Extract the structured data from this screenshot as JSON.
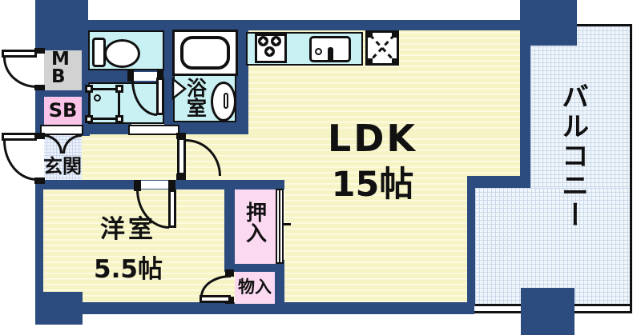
{
  "plan": {
    "type": "apartment-floor-plan",
    "rooms": {
      "ldk": {
        "label": "LDK",
        "size": "15帖"
      },
      "western_room": {
        "label": "洋室",
        "size": "5.5帖"
      },
      "balcony": {
        "label": "バルコニー"
      },
      "bathroom": {
        "label": "浴室"
      },
      "entrance": {
        "label": "玄関"
      },
      "closet": {
        "label": "押入"
      },
      "storage": {
        "label": "物入"
      },
      "meter_box": {
        "label": "MB"
      },
      "shoe_box": {
        "label": "SB"
      }
    },
    "fixtures": {
      "toilet": "toilet-icon",
      "bathtub": "bathtub-icon",
      "wash_basin": "oval-basin-icon",
      "washing_machine_pan": "washer-pan-icon",
      "stove": "three-burner-stove-icon",
      "sink": "kitchen-sink-icon",
      "refrigerator_space": "dashed-cross-box-icon"
    },
    "colors": {
      "wall": "#2c4b7e",
      "floor": "#f6f3c5",
      "wet_area": "#c9f1f4",
      "closet_pink": "#fbd9f1",
      "shoe_box_pink": "#f9c4e7",
      "meter_box_gray": "#d2d2d2",
      "balcony_blue": "#f1f6fb",
      "outline": "#111111"
    }
  }
}
